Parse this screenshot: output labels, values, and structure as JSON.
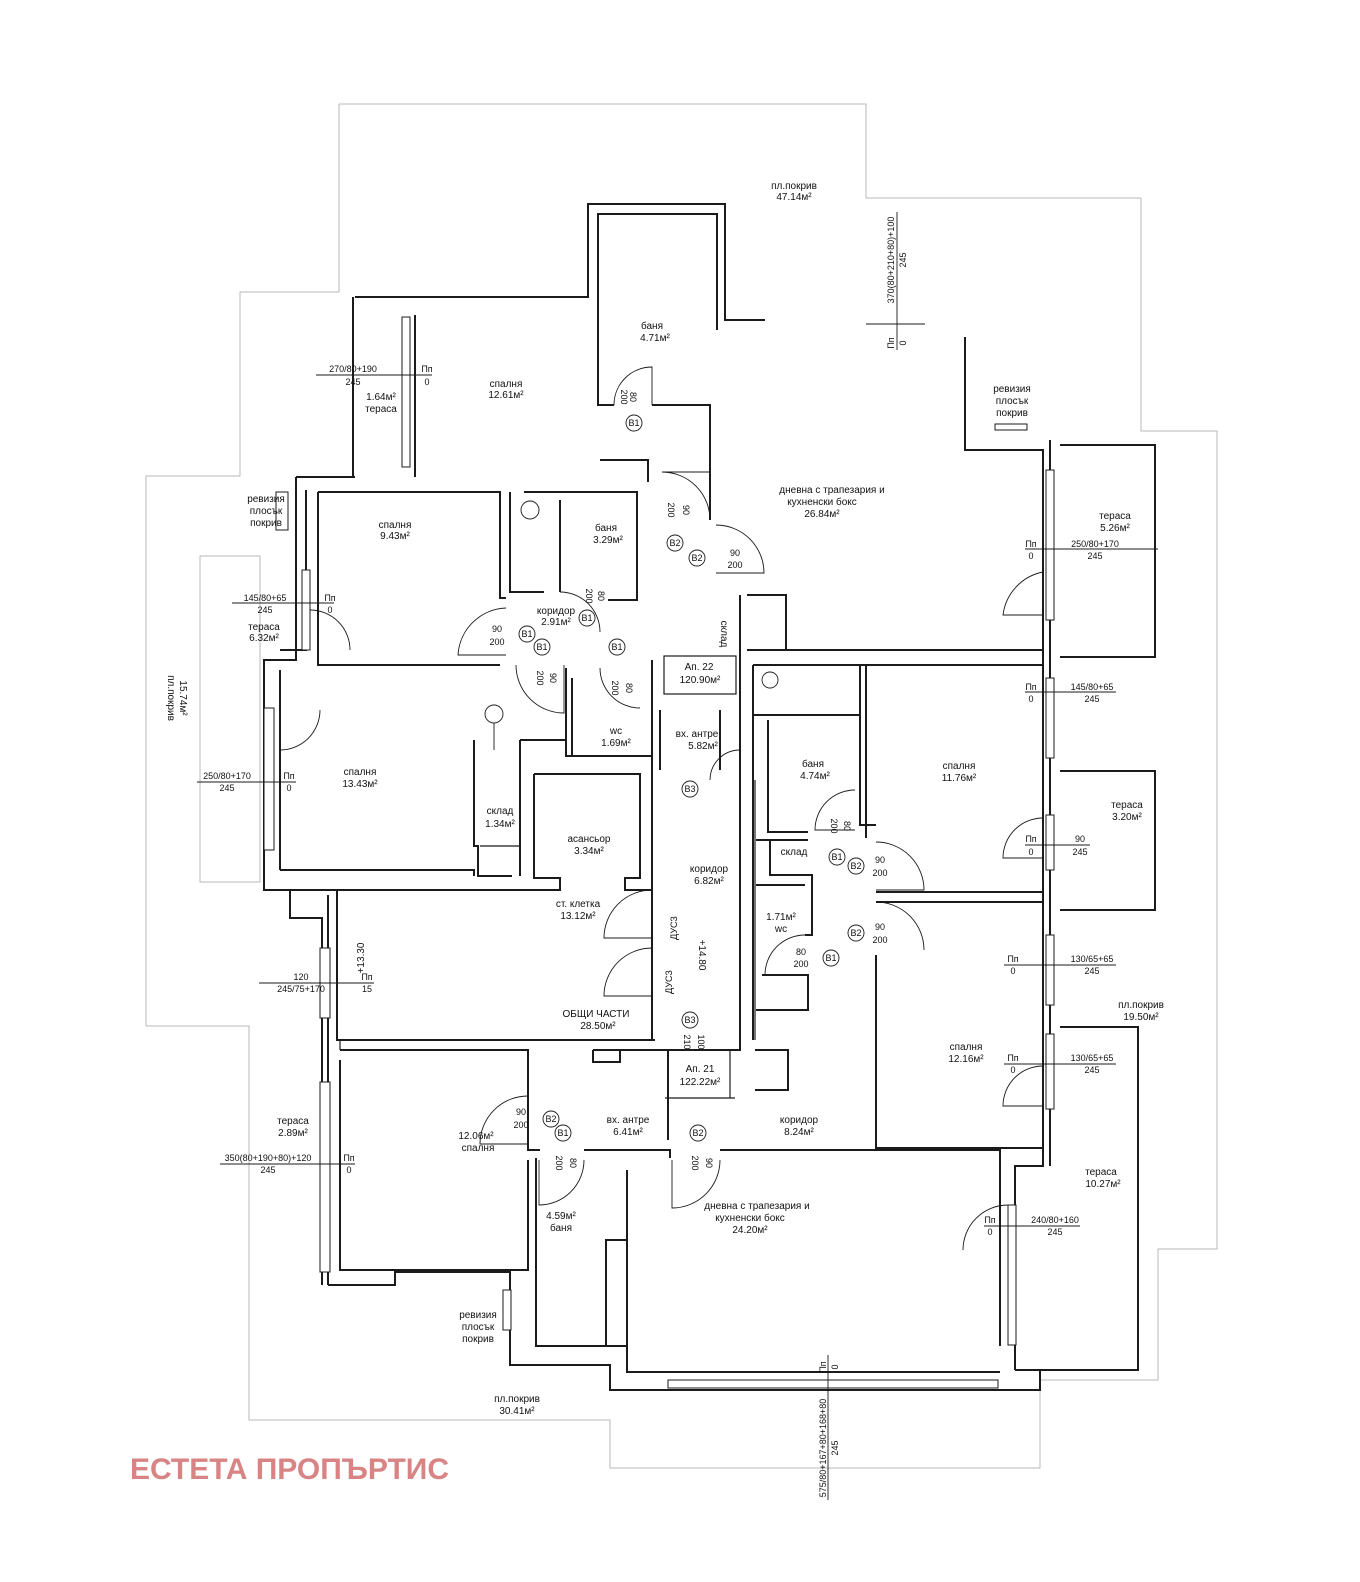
{
  "watermark": "ЕСТЕТА ПРОПЪРТИС",
  "apartments": {
    "a22_name": "Ап. 22",
    "a22_area": "120.90м²",
    "a21_name": "Ап. 21",
    "a21_area": "122.22м²"
  },
  "roofs": {
    "top_name": "пл.покрив",
    "top_area": "47.14м²",
    "left_name": "пл.покрив",
    "left_area": "15.74м²",
    "right_name": "пл.покрив",
    "right_area": "19.50м²",
    "bottom_name": "пл.покрив",
    "bottom_area": "30.41м²"
  },
  "revisions": {
    "rev1": [
      "ревизия",
      "плосък",
      "покрив"
    ],
    "rev2": [
      "ревизия",
      "плосък",
      "покрив"
    ],
    "rev3": [
      "ревизия",
      "плосък",
      "покрив"
    ]
  },
  "rooms": {
    "bath1": {
      "name": "баня",
      "area": "4.71м²"
    },
    "bed1": {
      "name": "спалня",
      "area": "12.61м²"
    },
    "ter1": {
      "area": "1.64м²",
      "name": "тераса"
    },
    "bed2": {
      "name": "спалня",
      "area": "9.43м²"
    },
    "bath2": {
      "name": "баня",
      "area": "3.29м²"
    },
    "corr1": {
      "name": "коридор",
      "area": "2.91м²"
    },
    "ter2": {
      "name": "тераса",
      "area": "6.32м²"
    },
    "living1": {
      "name1": "дневна с трапезария и",
      "name2": "кухненски бокс",
      "area": "26.84м²"
    },
    "ter3": {
      "name": "тераса",
      "area": "5.26м²"
    },
    "storage1": {
      "name": "склад"
    },
    "bed3": {
      "name": "спалня",
      "area": "13.43м²"
    },
    "wc1": {
      "name": "wc",
      "area": "1.69м²"
    },
    "entr1": {
      "name": "вх. антре",
      "area": "5.82м²"
    },
    "storage2": {
      "name": "склад",
      "area": "1.34м²"
    },
    "bath3": {
      "name": "баня",
      "area": "4.74м²"
    },
    "bed4": {
      "name": "спалня",
      "area": "11.76м²"
    },
    "ter4": {
      "name": "тераса",
      "area": "3.20м²"
    },
    "lift": {
      "name": "асансьор",
      "area": "3.34м²"
    },
    "corr2": {
      "name": "коридор",
      "area": "6.82м²"
    },
    "storage3": {
      "name": "склад"
    },
    "stair": {
      "name": "ст. клетка",
      "area": "13.12м²"
    },
    "wc2": {
      "area": "1.71м²",
      "name": "wc"
    },
    "common": {
      "name": "ОБЩИ ЧАСТИ",
      "area": "28.50м²"
    },
    "bed5": {
      "name": "спалня",
      "area": "12.16м²"
    },
    "ter5": {
      "name": "тераса",
      "area": "2.89м²"
    },
    "bed6": {
      "area": "12.06м²",
      "name": "спалня"
    },
    "entr2": {
      "name": "вх. антре",
      "area": "6.41м²"
    },
    "corr3": {
      "name": "коридор",
      "area": "8.24м²"
    },
    "bath4": {
      "area": "4.59м²",
      "name": "баня"
    },
    "living2": {
      "name1": "дневна с трапезария и",
      "name2": "кухненски бокс",
      "area": "24.20м²"
    },
    "ter6": {
      "name": "тераса",
      "area": "10.27м²"
    }
  },
  "window_specs": {
    "w1": {
      "size": "270/80+190",
      "height": "245",
      "code": "Пп",
      "sill": "0"
    },
    "w2": {
      "size": "370(80+210+80)+100",
      "height": "245",
      "code": "Пп",
      "sill": "0"
    },
    "w3": {
      "size": "145/80+65",
      "height": "245",
      "code": "Пп",
      "sill": "0"
    },
    "w4": {
      "code": "Пп",
      "sill": "0",
      "size": "250/80+170",
      "height": "245"
    },
    "w5": {
      "code": "Пп",
      "sill": "0",
      "size": "145/80+65",
      "height": "245"
    },
    "w6": {
      "size": "250/80+170",
      "height": "245",
      "code": "Пп",
      "sill": "0"
    },
    "w7": {
      "code": "Пп",
      "sill": "0",
      "size": "90",
      "height": "245"
    },
    "w8": {
      "size": "120",
      "height": "245/75+170",
      "code": "Пп",
      "sill": "15"
    },
    "w9": {
      "code": "Пп",
      "sill": "0",
      "size": "130/65+65",
      "height": "245"
    },
    "w10": {
      "code": "Пп",
      "sill": "0",
      "size": "130/65+65",
      "height": "245"
    },
    "w11": {
      "size": "350(80+190+80)+120",
      "height": "245",
      "code": "Пп",
      "sill": "0"
    },
    "w12": {
      "code": "Пп",
      "sill": "0",
      "size": "240/80+160",
      "height": "245"
    },
    "w13": {
      "code": "Пп",
      "sill": "0",
      "size": "575/80+167+80+168+80",
      "height": "245"
    }
  },
  "level": "+13.30",
  "level_stair": "+14.80",
  "dus": "ДУСЗ",
  "door_dims": {
    "d90": "90",
    "d80": "80",
    "d100": "100",
    "h200": "200",
    "h210": "210"
  },
  "door_types": {
    "b1": "В1",
    "b2": "В2",
    "b3": "В3"
  }
}
